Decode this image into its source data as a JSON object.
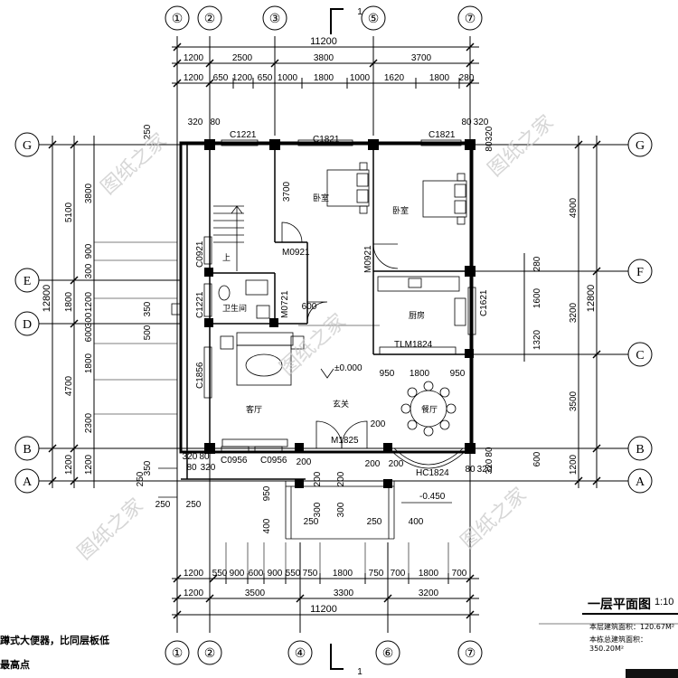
{
  "axes_top": [
    "①",
    "②",
    "③",
    "⑤",
    "⑦"
  ],
  "axes_bottom": [
    "①",
    "②",
    "④",
    "⑥",
    "⑦"
  ],
  "axes_left": [
    "G",
    "E",
    "D",
    "B",
    "A"
  ],
  "axes_right": [
    "G",
    "F",
    "C",
    "B",
    "A"
  ],
  "section_mark": "1",
  "dims_top": {
    "total": "11200",
    "row2": [
      "1200",
      "2500",
      "3800",
      "3700"
    ],
    "row3": [
      "1200",
      "650",
      "1200",
      "650",
      "1000",
      "1800",
      "1000",
      "1620",
      "1800",
      "280"
    ],
    "corner": [
      "320",
      "80",
      "80",
      "320"
    ]
  },
  "dims_bottom": {
    "total": "11200",
    "row2": [
      "1200",
      "3500",
      "3300",
      "3200"
    ],
    "row1": [
      "1200",
      "550",
      "900",
      "600",
      "900",
      "550",
      "750",
      "1800",
      "750",
      "700",
      "1800",
      "700"
    ]
  },
  "dims_left": {
    "total": "12800",
    "row2": [
      "5100",
      "1800",
      "4700",
      "1200"
    ],
    "row3": [
      "3800",
      "900",
      "300",
      "1200",
      "300",
      "600",
      "1800",
      "2300",
      "1200"
    ],
    "extra": [
      "250",
      "350",
      "500",
      "350",
      "250",
      "250",
      "250"
    ]
  },
  "dims_right": {
    "total": "12800",
    "row2": [
      "4900",
      "3200",
      "3500",
      "1200"
    ],
    "row3": [
      "280",
      "1600",
      "1320",
      "600"
    ],
    "extra": [
      "80",
      "320",
      "80",
      "320"
    ]
  },
  "doors_windows": [
    "C1221",
    "C1821",
    "C1821",
    "C1221",
    "C0921",
    "M0921",
    "M0921",
    "M0721",
    "C1856",
    "C1621",
    "TLM1824",
    "M1825",
    "C0956",
    "C0956",
    "HC1824"
  ],
  "rooms": {
    "bedroom1": "卧室",
    "bedroom2": "卧室",
    "stair_up": "上",
    "bathroom": "卫生间",
    "kitchen": "厨房",
    "living": "客厅",
    "foyer": "玄关",
    "dining": "餐厅"
  },
  "misc_dims": [
    "3700",
    "600",
    "950",
    "1800",
    "950",
    "200",
    "200",
    "200",
    "200",
    "950",
    "400",
    "250",
    "300",
    "250",
    "400",
    "200",
    "300",
    "200",
    "320",
    "80",
    "320",
    "80",
    "80",
    "320"
  ],
  "levels": {
    "floor": "±0.000",
    "outside": "-0.450"
  },
  "watermark": "图纸之家",
  "title": "一层平面图",
  "scale": "1:10",
  "area_line1": "本层建筑面积：120.67M²",
  "area_line2": "本栋总建筑面积：350.20M²",
  "note_line1": "蹲式大便器，比同层板低",
  "note_line2": "最高点",
  "colors": {
    "line": "#000000",
    "watermark": "#c9c9c9"
  }
}
